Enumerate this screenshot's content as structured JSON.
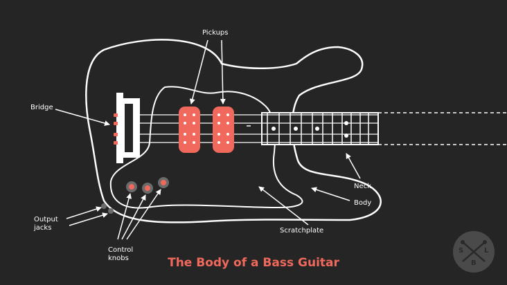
{
  "title": "The Body of a Bass Guitar",
  "labels": {
    "pickups": "Pickups",
    "bridge": "Bridge",
    "neck": "Neck",
    "body": "Body",
    "scratchplate": "Scratchplate",
    "output_jacks": "Output\njacks",
    "control_knobs": "Control\nknobs"
  },
  "logo": {
    "letter_left": "S",
    "letter_right": "L",
    "letter_bottom": "B"
  },
  "colors": {
    "background": "#252525",
    "line": "#ffffff",
    "accent": "#f0695c",
    "knob_ring": "#6b6b6b",
    "logo_circle": "#4a4a4a"
  }
}
